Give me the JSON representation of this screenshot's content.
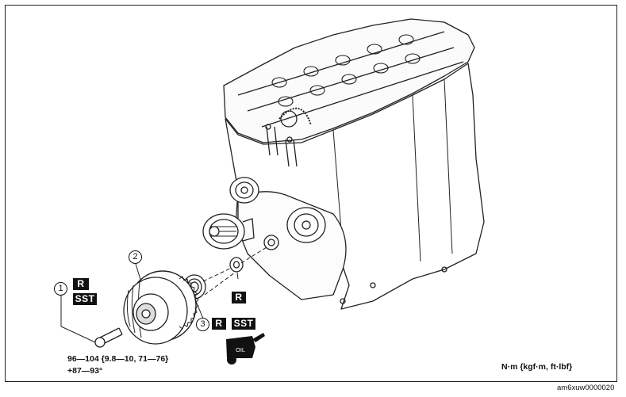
{
  "callouts": [
    "1",
    "2",
    "3"
  ],
  "badges": {
    "part1_r": "R",
    "part1_sst": "SST",
    "part3_r": "R",
    "part3_sst": "SST",
    "washer_r": "R"
  },
  "oil_symbol_label": "OIL",
  "torque_spec": {
    "line1": "96—104 {9.8—10, 71—76}",
    "line2": "+87—93°"
  },
  "unit_legend": "N·m {kgf·m, ft·lbf}",
  "figure_id": "am6xuw0000020",
  "colors": {
    "line": "#222222",
    "badge_bg": "#111111",
    "badge_text": "#ffffff"
  }
}
